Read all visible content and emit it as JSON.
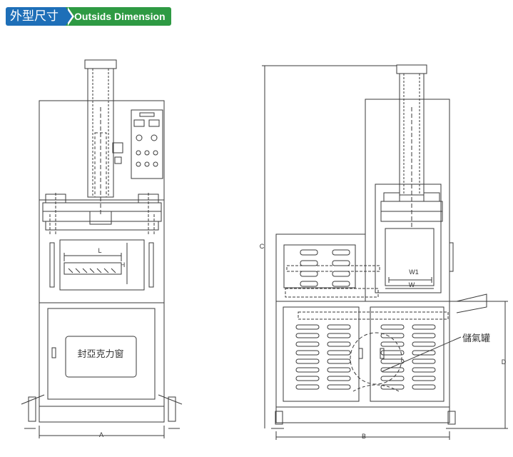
{
  "header": {
    "title_cn": "外型尺寸",
    "title_en": "Outsids Dimension"
  },
  "front_view": {
    "panel_label": "封亞克力窗",
    "dim_L": "L",
    "dim_H": "H",
    "dim_A": "A"
  },
  "side_view": {
    "tank_label": "儲氣罐",
    "dim_W1": "W1",
    "dim_W": "W",
    "dim_C": "C",
    "dim_D": "D",
    "dim_B": "B"
  },
  "colors": {
    "title_blue": "#1e6fb8",
    "title_green": "#2e9a43",
    "line": "#3a3a3a"
  }
}
